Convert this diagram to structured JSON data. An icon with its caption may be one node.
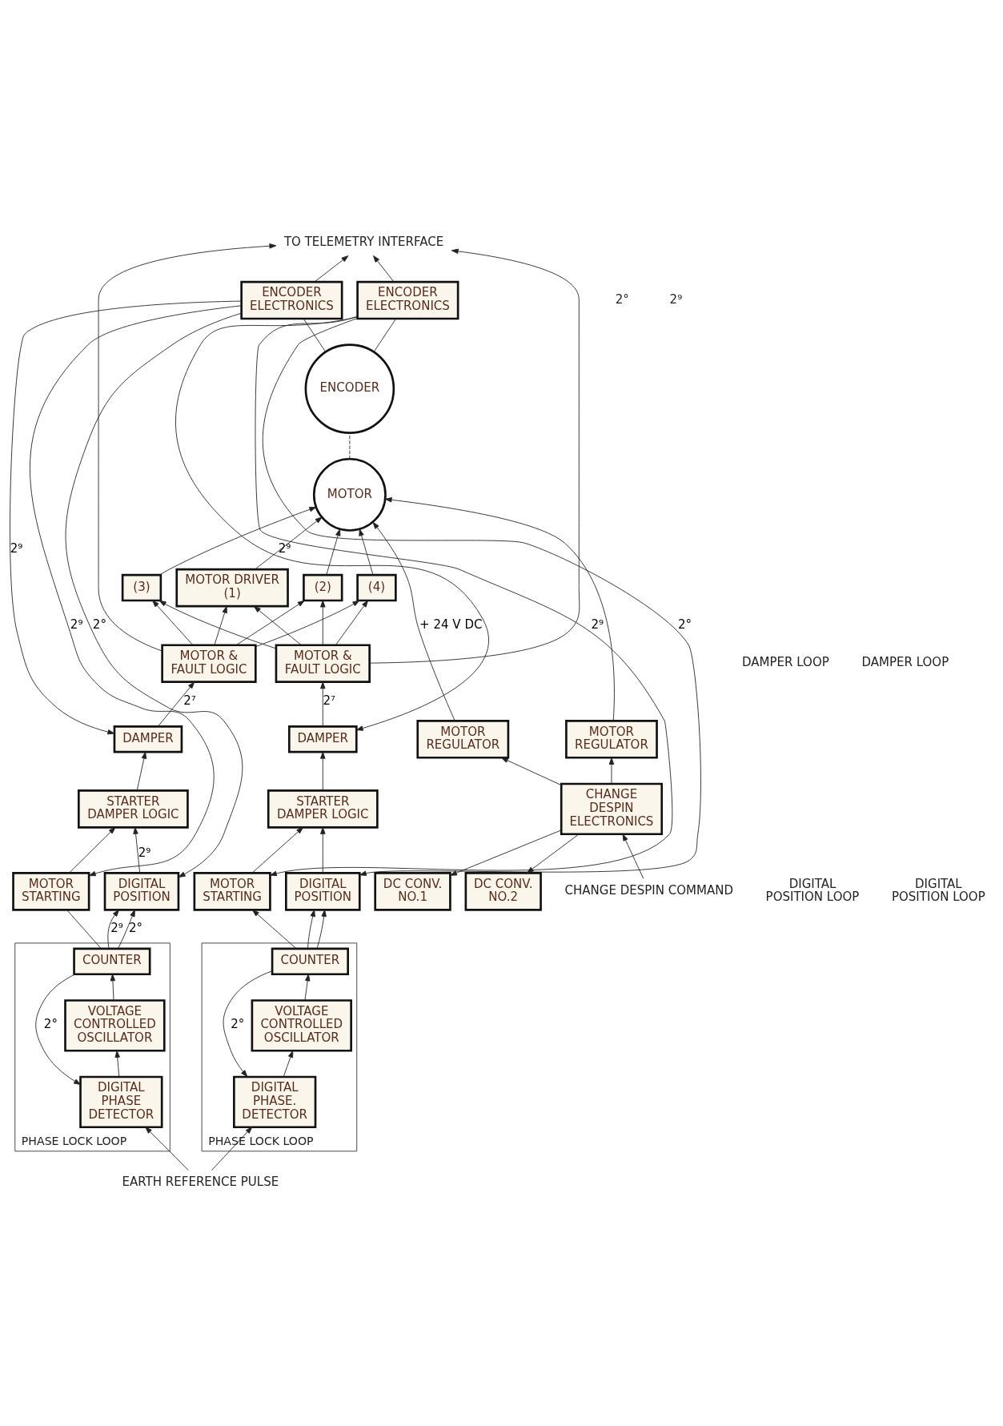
{
  "diagram": {
    "nodes": [
      {
        "text": [
          "ENCODER ELECTRONICS"
        ]
      },
      {
        "text": [
          "ENCODER ELECTRONICS"
        ]
      },
      {
        "text": [
          "ENCODER"
        ]
      },
      {
        "text": [
          "MOTOR"
        ]
      },
      {
        "text": [
          "MOTOR DRIVER (1)"
        ]
      },
      {
        "text": [
          "(2)"
        ]
      },
      {
        "text": [
          "(3)"
        ]
      },
      {
        "text": [
          "(4)"
        ]
      },
      {
        "text": [
          "MOTOR & FAULT LOGIC"
        ]
      },
      {
        "text": [
          "MOTOR & FAULT LOGIC"
        ]
      },
      {
        "text": [
          "MOTOR REGULATOR"
        ]
      },
      {
        "text": [
          "MOTOR REGULATOR"
        ]
      },
      {
        "text": [
          "DAMPER"
        ]
      },
      {
        "text": [
          "DAMPER"
        ]
      },
      {
        "text": [
          "STARTER DAMPER LOGIC"
        ]
      },
      {
        "text": [
          "STARTER DAMPER LOGIC"
        ]
      },
      {
        "text": [
          "CHANGE DESPIN ELECTRONICS"
        ]
      },
      {
        "text": [
          "DC CONV. NO.1"
        ]
      },
      {
        "text": [
          "DC CONV. NO.2"
        ]
      },
      {
        "text": [
          "MOTOR STARTING"
        ]
      },
      {
        "text": [
          "MOTOR STARTING"
        ]
      },
      {
        "text": [
          "DIGITAL POSITION"
        ]
      },
      {
        "text": [
          "DIGITAL POSITION"
        ]
      },
      {
        "text": [
          "PHASE LOCK LOOP"
        ]
      },
      {
        "text": [
          "COUNTER"
        ],
        "in": 23
      },
      {
        "text": [
          "VOLTAGE CONTROLLED OSCILLATOR"
        ],
        "in": 23
      },
      {
        "text": [
          "DIGITAL PHASE DETECTOR"
        ],
        "in": 23
      },
      {
        "text": [
          "PHASE LOCK LOOP"
        ]
      },
      {
        "text": [
          "COUNTER"
        ],
        "in": 27
      },
      {
        "text": [
          "VOLTAGE CONTROLLED OSCILLATOR"
        ],
        "in": 27
      },
      {
        "text": [
          "DIGITAL PHASE. DETECTOR"
        ],
        "in": 27
      },
      {
        "text": [
          "TO TELEMETRY INTERFACE"
        ]
      },
      {
        "text": [
          "CHANGE DESPIN COMMAND"
        ]
      },
      {
        "text": [
          "EARTH REFERENCE PULSE"
        ]
      }
    ],
    "edges": [
      {
        "from": 0,
        "to": 31,
        "arrow": "to"
      },
      {
        "from": 8,
        "to": 31,
        "arrow": "to"
      },
      {
        "from": 1,
        "to": 31,
        "arrow": "to"
      },
      {
        "from": 9,
        "to": 31,
        "arrow": "to"
      },
      {
        "from": 2,
        "to": 0,
        "arrow": "none"
      },
      {
        "from": 2,
        "to": 1,
        "arrow": "none"
      },
      {
        "from": 3,
        "to": 2,
        "arrow": "none",
        "style": "dashed"
      },
      {
        "from": 4,
        "to": 3,
        "arrow": "to"
      },
      {
        "from": 5,
        "to": 3,
        "arrow": "to"
      },
      {
        "from": 6,
        "to": 3,
        "arrow": "to"
      },
      {
        "from": 7,
        "to": 3,
        "arrow": "to"
      },
      {
        "from": 8,
        "to": 4,
        "arrow": "to"
      },
      {
        "from": 8,
        "to": 5,
        "arrow": "to"
      },
      {
        "from": 8,
        "to": 6,
        "arrow": "to"
      },
      {
        "from": 8,
        "to": 7,
        "arrow": "to"
      },
      {
        "from": 9,
        "to": 4,
        "arrow": "to"
      },
      {
        "from": 9,
        "to": 5,
        "arrow": "to"
      },
      {
        "from": 9,
        "to": 6,
        "arrow": "to"
      },
      {
        "from": 9,
        "to": 7,
        "arrow": "to"
      },
      {
        "from": 10,
        "to": 3,
        "arrow": "to",
        "label": "+ 24 V DC"
      },
      {
        "from": 11,
        "to": 3,
        "arrow": "to"
      },
      {
        "from": 12,
        "to": 8,
        "arrow": "to",
        "label": "2⁷"
      },
      {
        "from": 13,
        "to": 9,
        "arrow": "to",
        "label": "2⁷"
      },
      {
        "from": 14,
        "to": 12,
        "arrow": "to"
      },
      {
        "from": 15,
        "to": 13,
        "arrow": "to"
      },
      {
        "from": 0,
        "to": 12,
        "arrow": "to",
        "label": "2⁹"
      },
      {
        "from": 0,
        "to": 19,
        "arrow": "to",
        "label": "2⁹"
      },
      {
        "from": 1,
        "to": 13,
        "arrow": "to",
        "label": "2⁹"
      },
      {
        "from": 1,
        "to": 20,
        "arrow": "to",
        "label": "2⁹"
      },
      {
        "from": 16,
        "to": 10,
        "arrow": "to"
      },
      {
        "from": 16,
        "to": 11,
        "arrow": "to"
      },
      {
        "from": 16,
        "to": 17,
        "arrow": "to"
      },
      {
        "from": 16,
        "to": 18,
        "arrow": "to"
      },
      {
        "from": 32,
        "to": 16,
        "arrow": "to"
      },
      {
        "from": 19,
        "to": 14,
        "arrow": "to"
      },
      {
        "from": 20,
        "to": 15,
        "arrow": "to"
      },
      {
        "from": 21,
        "to": 14,
        "arrow": "to",
        "label": "2⁹"
      },
      {
        "from": 22,
        "to": 15,
        "arrow": "to"
      },
      {
        "from": 0,
        "to": 21,
        "arrow": "to",
        "label": "2°"
      },
      {
        "from": 1,
        "to": 22,
        "arrow": "to",
        "label": "2°"
      },
      {
        "from": 24,
        "to": 19,
        "arrow": "none"
      },
      {
        "from": 28,
        "to": 20,
        "arrow": "to"
      },
      {
        "from": 24,
        "to": 21,
        "arrow": "to",
        "label": "2⁹"
      },
      {
        "from": 28,
        "to": 22,
        "arrow": "to"
      },
      {
        "from": 24,
        "to": 21,
        "arrow": "to",
        "label": "2°"
      },
      {
        "from": 28,
        "to": 22,
        "arrow": "to"
      },
      {
        "from": 25,
        "to": 24,
        "arrow": "to"
      },
      {
        "from": 26,
        "to": 25,
        "arrow": "to"
      },
      {
        "from": 29,
        "to": 28,
        "arrow": "to"
      },
      {
        "from": 30,
        "to": 29,
        "arrow": "to"
      },
      {
        "from": 24,
        "to": 26,
        "arrow": "to",
        "label": "2°"
      },
      {
        "from": 28,
        "to": 30,
        "arrow": "to",
        "label": "2°"
      },
      {
        "from": 33,
        "to": 26,
        "arrow": "to"
      },
      {
        "from": 33,
        "to": 30,
        "arrow": "to"
      }
    ],
    "labels": [
      "2°",
      "2⁹",
      "DAMPER LOOP",
      "DAMPER LOOP",
      "DIGITAL POSITION LOOP",
      "DIGITAL POSITION LOOP"
    ]
  }
}
